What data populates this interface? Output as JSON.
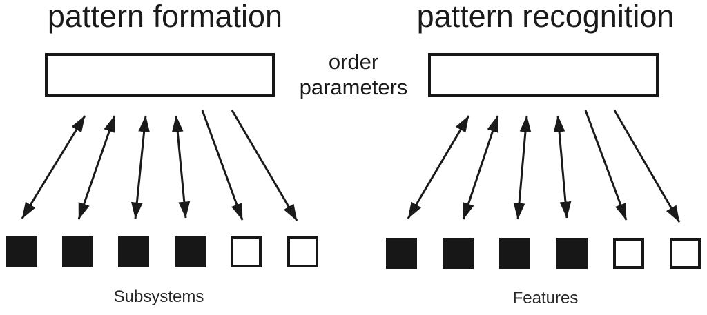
{
  "diagram": {
    "center_label": "order parameters",
    "colors": {
      "ink": "#1a1a1a",
      "background": "#ffffff"
    },
    "left": {
      "title": "pattern formation",
      "bottom_label": "Subsystems",
      "arrows": [
        "bidirectional",
        "bidirectional",
        "bidirectional",
        "bidirectional",
        "downward",
        "downward"
      ],
      "squares": [
        "filled",
        "filled",
        "filled",
        "filled",
        "outline",
        "outline"
      ]
    },
    "right": {
      "title": "pattern recognition",
      "bottom_label": "Features",
      "arrows": [
        "bidirectional",
        "bidirectional",
        "bidirectional",
        "bidirectional",
        "downward",
        "downward"
      ],
      "squares": [
        "filled",
        "filled",
        "filled",
        "filled",
        "outline",
        "outline"
      ]
    }
  }
}
